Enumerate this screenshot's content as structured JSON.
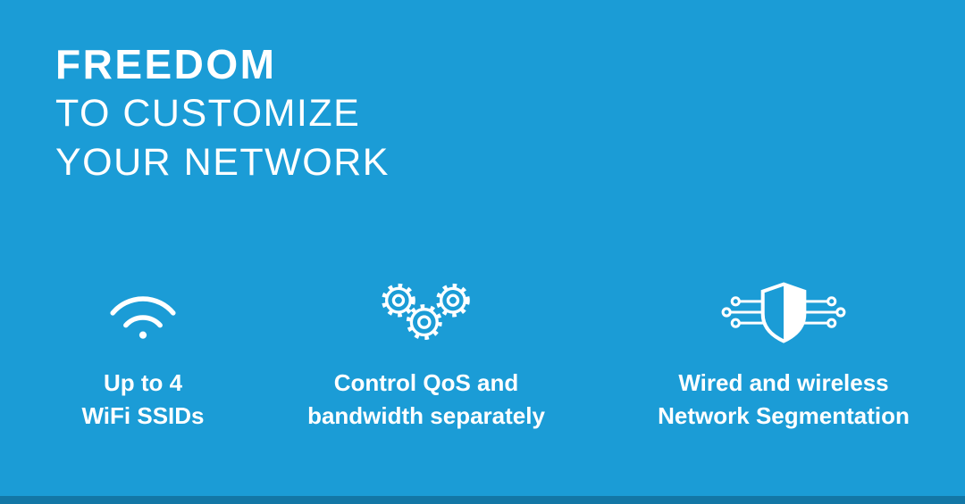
{
  "colors": {
    "background": "#1B9CD6",
    "footer": "#1377A6",
    "text": "#FFFFFF"
  },
  "title": {
    "lines": [
      "FREEDOM",
      "TO CUSTOMIZE",
      "YOUR NETWORK"
    ]
  },
  "features": [
    {
      "icon": "wifi-icon",
      "lines": [
        "Up to 4",
        "WiFi SSIDs"
      ]
    },
    {
      "icon": "gears-icon",
      "lines": [
        "Control QoS and",
        "bandwidth separately"
      ]
    },
    {
      "icon": "shield-network-icon",
      "lines": [
        "Wired and wireless",
        "Network Segmentation"
      ]
    }
  ]
}
